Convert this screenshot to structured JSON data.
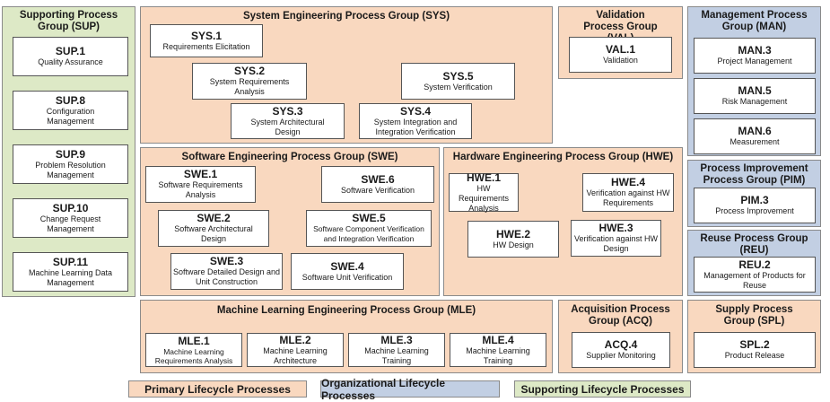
{
  "colors": {
    "primary": "#f9d8bf",
    "organizational": "#c2cfe3",
    "supporting": "#dde9c6"
  },
  "groups": {
    "sup": {
      "title": "Supporting Process Group (SUP)",
      "items": [
        {
          "code": "SUP.1",
          "name": "Quality Assurance"
        },
        {
          "code": "SUP.8",
          "name": "Configuration Management"
        },
        {
          "code": "SUP.9",
          "name": "Problem Resolution Management"
        },
        {
          "code": "SUP.10",
          "name": "Change Request Management"
        },
        {
          "code": "SUP.11",
          "name": "Machine Learning Data Management"
        }
      ]
    },
    "sys": {
      "title": "System Engineering Process Group (SYS)",
      "items": [
        {
          "code": "SYS.1",
          "name": "Requirements Elicitation"
        },
        {
          "code": "SYS.2",
          "name": "System Requirements Analysis"
        },
        {
          "code": "SYS.3",
          "name": "System Architectural Design"
        },
        {
          "code": "SYS.4",
          "name": "System Integration and Integration Verification"
        },
        {
          "code": "SYS.5",
          "name": "System Verification"
        }
      ]
    },
    "val": {
      "title": "Validation Process Group (VAL)",
      "items": [
        {
          "code": "VAL.1",
          "name": "Validation"
        }
      ]
    },
    "man": {
      "title": "Management Process Group (MAN)",
      "items": [
        {
          "code": "MAN.3",
          "name": "Project Management"
        },
        {
          "code": "MAN.5",
          "name": "Risk Management"
        },
        {
          "code": "MAN.6",
          "name": "Measurement"
        }
      ]
    },
    "swe": {
      "title": "Software Engineering Process Group (SWE)",
      "items": [
        {
          "code": "SWE.1",
          "name": "Software Requirements Analysis"
        },
        {
          "code": "SWE.2",
          "name": "Software Architectural Design"
        },
        {
          "code": "SWE.3",
          "name": "Software Detailed Design and Unit Construction"
        },
        {
          "code": "SWE.4",
          "name": "Software Unit Verification"
        },
        {
          "code": "SWE.5",
          "name": "Software Component Verification and Integration Verification"
        },
        {
          "code": "SWE.6",
          "name": "Software Verification"
        }
      ]
    },
    "hwe": {
      "title": "Hardware Engineering Process Group (HWE)",
      "items": [
        {
          "code": "HWE.1",
          "name": "HW Requirements Analysis"
        },
        {
          "code": "HWE.2",
          "name": "HW Design"
        },
        {
          "code": "HWE.3",
          "name": "Verification against HW Design"
        },
        {
          "code": "HWE.4",
          "name": "Verification against HW Requirements"
        }
      ]
    },
    "pim": {
      "title": "Process Improvement Process Group (PIM)",
      "items": [
        {
          "code": "PIM.3",
          "name": "Process Improvement"
        }
      ]
    },
    "reu": {
      "title": "Reuse Process Group (REU)",
      "items": [
        {
          "code": "REU.2",
          "name": "Management of Products for Reuse"
        }
      ]
    },
    "mle": {
      "title": "Machine Learning Engineering Process Group (MLE)",
      "items": [
        {
          "code": "MLE.1",
          "name": "Machine Learning Requirements Analysis"
        },
        {
          "code": "MLE.2",
          "name": "Machine Learning Architecture"
        },
        {
          "code": "MLE.3",
          "name": "Machine Learning Training"
        },
        {
          "code": "MLE.4",
          "name": "Machine Learning Training"
        }
      ]
    },
    "acq": {
      "title": "Acquisition Process Group (ACQ)",
      "items": [
        {
          "code": "ACQ.4",
          "name": "Supplier Monitoring"
        }
      ]
    },
    "spl": {
      "title": "Supply Process Group (SPL)",
      "items": [
        {
          "code": "SPL.2",
          "name": "Product Release"
        }
      ]
    }
  },
  "legend": {
    "primary": "Primary Lifecycle Processes",
    "organizational": "Organizational Lifecycle Processes",
    "supporting": "Supporting Lifecycle Processes"
  }
}
